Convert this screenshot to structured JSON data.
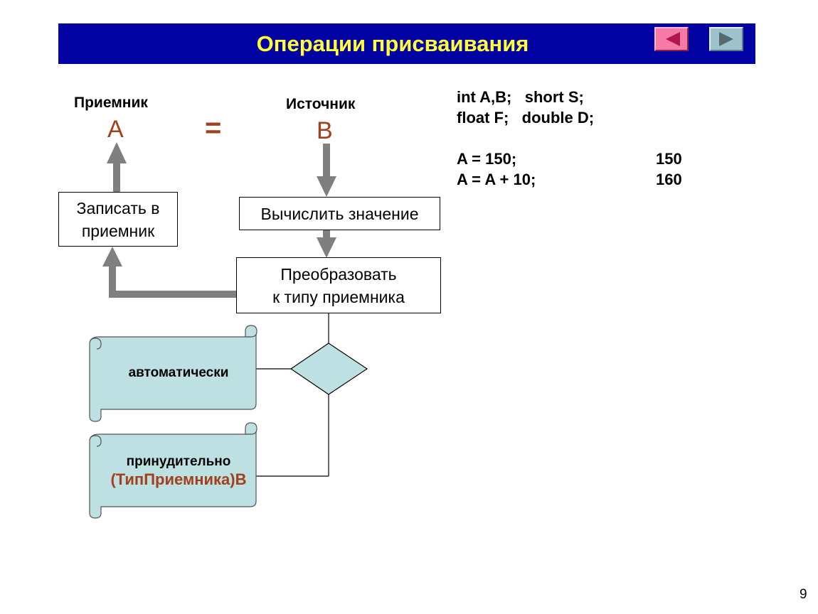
{
  "header": {
    "title": "Операции присваивания",
    "prev_icon": "triangle-left-icon",
    "next_icon": "triangle-right-icon"
  },
  "diagram": {
    "receiver_label": "Приемник",
    "receiver_var": "A",
    "equals": "=",
    "source_label": "Источник",
    "source_var": "B",
    "write_box": {
      "line1": "Записать в",
      "line2": "приемник"
    },
    "compute_box": "Вычислить значение",
    "convert_box": {
      "line1": "Преобразовать",
      "line2": "к типу приемника"
    },
    "auto_scroll": "автоматически",
    "forced_scroll": {
      "line1": "принудительно",
      "line2": "(ТипПриемника)B"
    }
  },
  "code": {
    "line1": "int A,B;   short S;",
    "line2": "float F;   double D;",
    "rows": [
      {
        "stmt": "A = 150;",
        "value": "150"
      },
      {
        "stmt": "A = A + 10;",
        "value": "160"
      }
    ]
  },
  "footer": {
    "page_number": "9"
  },
  "colors": {
    "title_bar": "#0303a3",
    "title_text": "#ffff33",
    "accent": "#a1401b",
    "arrow": "#7f7f7f",
    "scroll_fill": "#bde0e3",
    "prev_button": "#f57aa6",
    "next_button": "#9fc3cd"
  }
}
